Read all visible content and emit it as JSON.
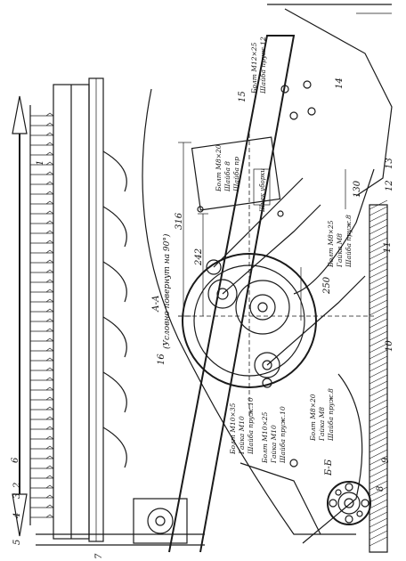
{
  "callouts": [
    "1",
    "2",
    "3",
    "4",
    "5",
    "6",
    "7",
    "8",
    "9",
    "10",
    "11",
    "12",
    "13",
    "14",
    "15",
    "16"
  ],
  "section_labels": {
    "a_a": "А-А",
    "a_a_note": "(Условно повернут на 90°)",
    "b_b": "Б-Б"
  },
  "dimensions": {
    "d316": "316",
    "d242": "242",
    "d250": "250",
    "d130": "130"
  },
  "fastener_notes": {
    "top_right": [
      "Болт М12×25",
      "Шайба пруж.12"
    ],
    "upper_mid": [
      "Болт М8×20",
      "Шайба 8",
      "Шайба пр"
    ],
    "right": [
      "Болт М8×25",
      "Гайка М8",
      "Шайба пруж.8"
    ],
    "lower_right": [
      "Болт М8×20",
      "Гайка М8",
      "Шайба пруж.8"
    ],
    "lower_left_a": [
      "Болт М10×35",
      "Гайка М10",
      "Шайба пруж.10"
    ],
    "lower_left_b": [
      "Болт М10×25",
      "Гайка М10",
      "Шайба пруж.10"
    ]
  },
  "plate_text": "Шнек уборки"
}
